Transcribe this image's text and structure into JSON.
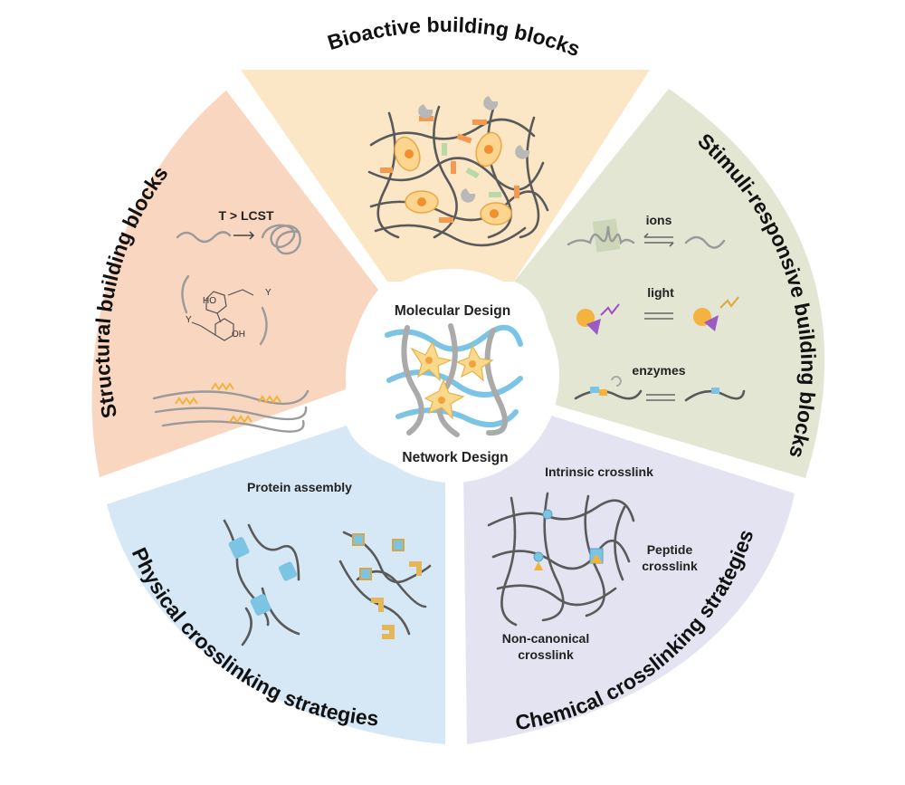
{
  "center": {
    "top_label": "Molecular Design",
    "bottom_label": "Network Design"
  },
  "segments": {
    "bioactive": {
      "title": "Bioactive building blocks",
      "color": "#fbe7c6"
    },
    "stimuli": {
      "title": "Stimuli-responsive building blocks",
      "color": "#e2e6d3",
      "labels": {
        "ions": "ions",
        "light": "light",
        "enzymes": "enzymes"
      }
    },
    "chemical": {
      "title": "Chemical crosslinking strategies",
      "color": "#e3e3f1",
      "labels": {
        "intrinsic": "Intrinsic crosslink",
        "peptide_1": "Peptide",
        "peptide_2": "crosslink",
        "noncanonical_1": "Non-canonical",
        "noncanonical_2": "crosslink"
      }
    },
    "physical": {
      "title": "Physical crosslinking strategies",
      "color": "#d6e8f5",
      "labels": {
        "protein": "Protein assembly"
      }
    },
    "structural": {
      "title": "Structural building blocks",
      "color": "#f9d6c0",
      "labels": {
        "lcst": "T > LCST",
        "ho": "HO",
        "oh": "OH",
        "y1": "Y",
        "y2": "Y"
      }
    }
  }
}
